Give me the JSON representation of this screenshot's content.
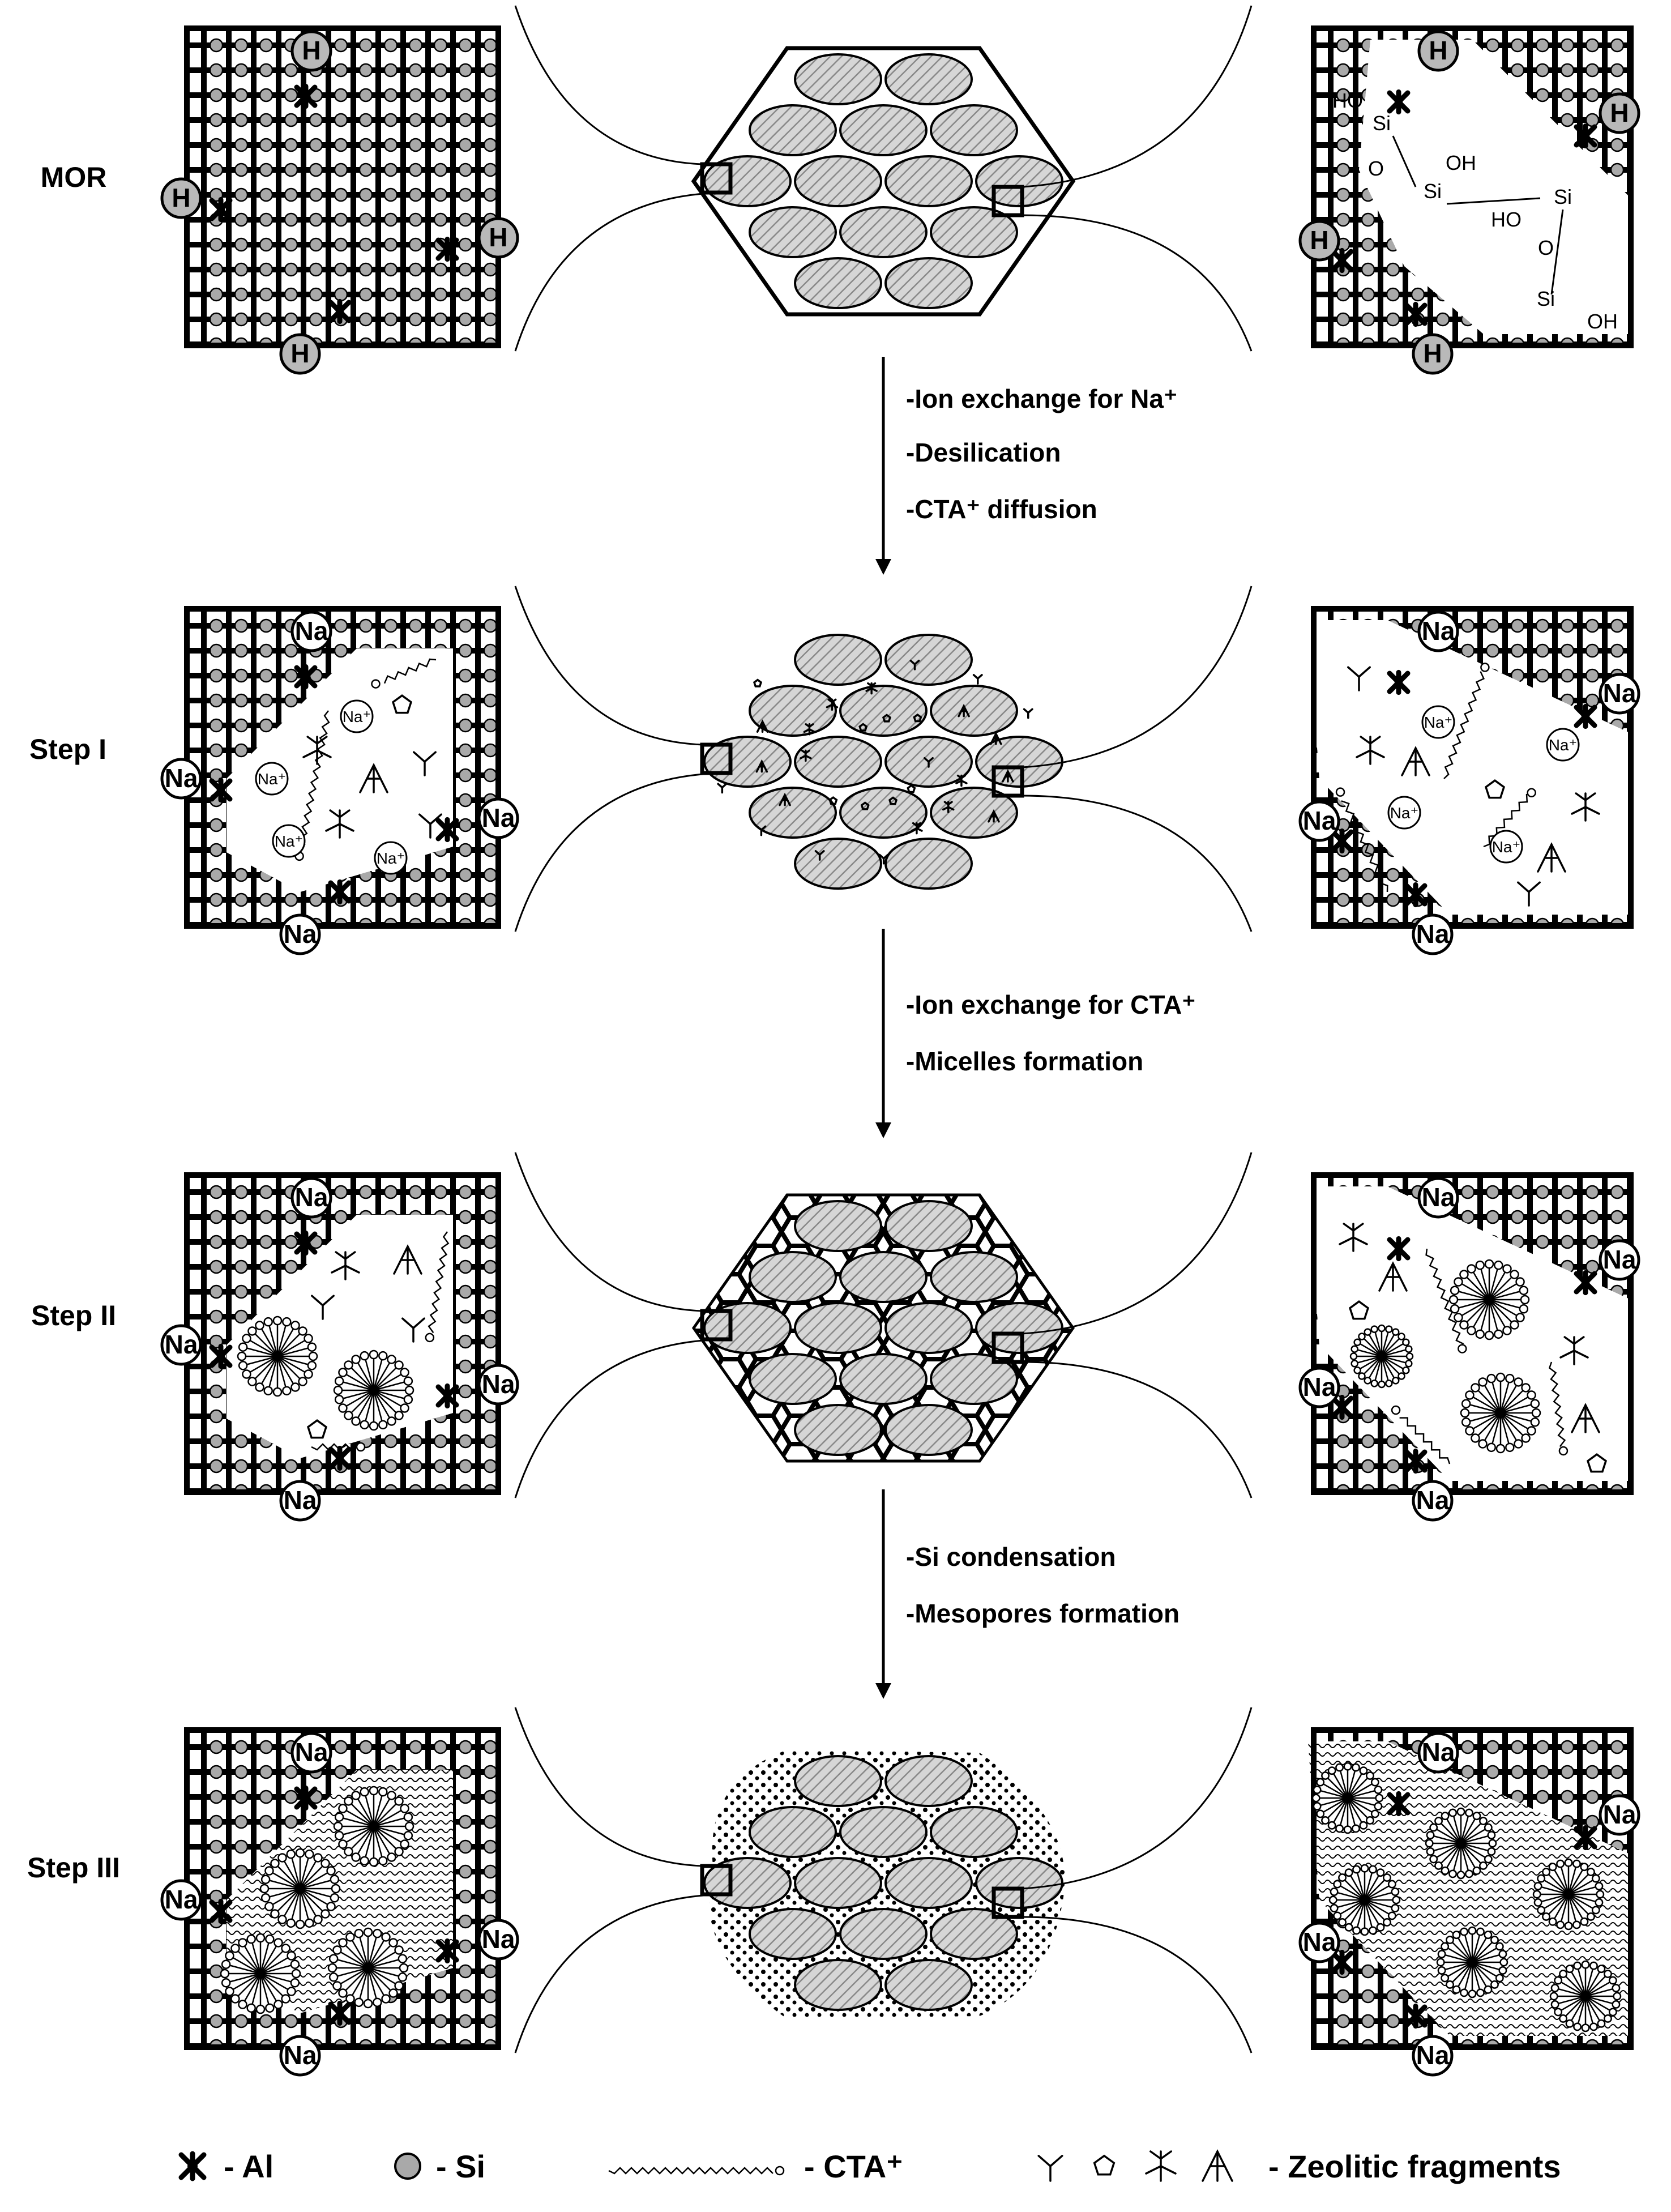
{
  "steps": [
    "MOR",
    "Step I",
    "Step II",
    "Step III"
  ],
  "transitions": [
    [
      "-Ion exchange for Na⁺",
      "-Desilication",
      "-CTA⁺ diffusion"
    ],
    [
      "-Ion exchange for CTA⁺",
      "-Micelles formation"
    ],
    [
      "-Si condensation",
      "-Mesopores formation"
    ]
  ],
  "ions": {
    "proton": "H",
    "sodium": "Na",
    "sodium_free": "Na⁺"
  },
  "silanol": {
    "si": "Si",
    "o": "O",
    "ho": "HO",
    "oh": "OH"
  },
  "legend": {
    "al": "- Al",
    "si": "- Si",
    "cta": "- CTA⁺",
    "fragments": "- Zeolitic fragments"
  },
  "colors": {
    "framework": "#000000",
    "si_fill": "#a9a9a9",
    "crystal_fill": "#c9c9c9"
  }
}
